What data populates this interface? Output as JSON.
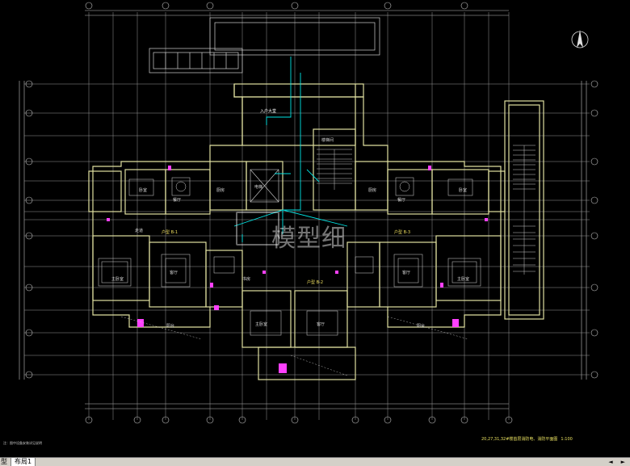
{
  "drawing": {
    "title": "20,27,31,32#楼首层消防电、消防平面图",
    "scale": "1:100",
    "note": "注：图中设备安装详见说明",
    "watermark": "模型细",
    "colors": {
      "background": "#000000",
      "wall": "#e0e0a0",
      "grid": "#b0b0b0",
      "pipe": "#00e5e5",
      "accent": "#ff40ff"
    }
  },
  "labels": {
    "unit_b1": "户型 B-1",
    "unit_b2": "户型 B-2",
    "unit_b3": "户型 B-3",
    "entrance": "入户大堂",
    "stair": "楼梯间",
    "elevator": "电梯",
    "living_l": "客厅",
    "living_r": "客厅",
    "living_c": "客厅",
    "bed_l": "主卧室",
    "bed_r": "主卧室",
    "bed_c": "主卧室",
    "kitchen_l": "厨房",
    "kitchen_r": "厨房",
    "dining_l": "餐厅",
    "dining_r": "餐厅",
    "second_bed_l": "卧室",
    "second_bed_r": "卧室",
    "balcony_l": "阳台",
    "balcony_r": "阳台",
    "study": "书房",
    "corridor": "走道"
  },
  "tabs": [
    "型",
    "布局1"
  ],
  "tab_nav": [
    "◄",
    "►"
  ]
}
